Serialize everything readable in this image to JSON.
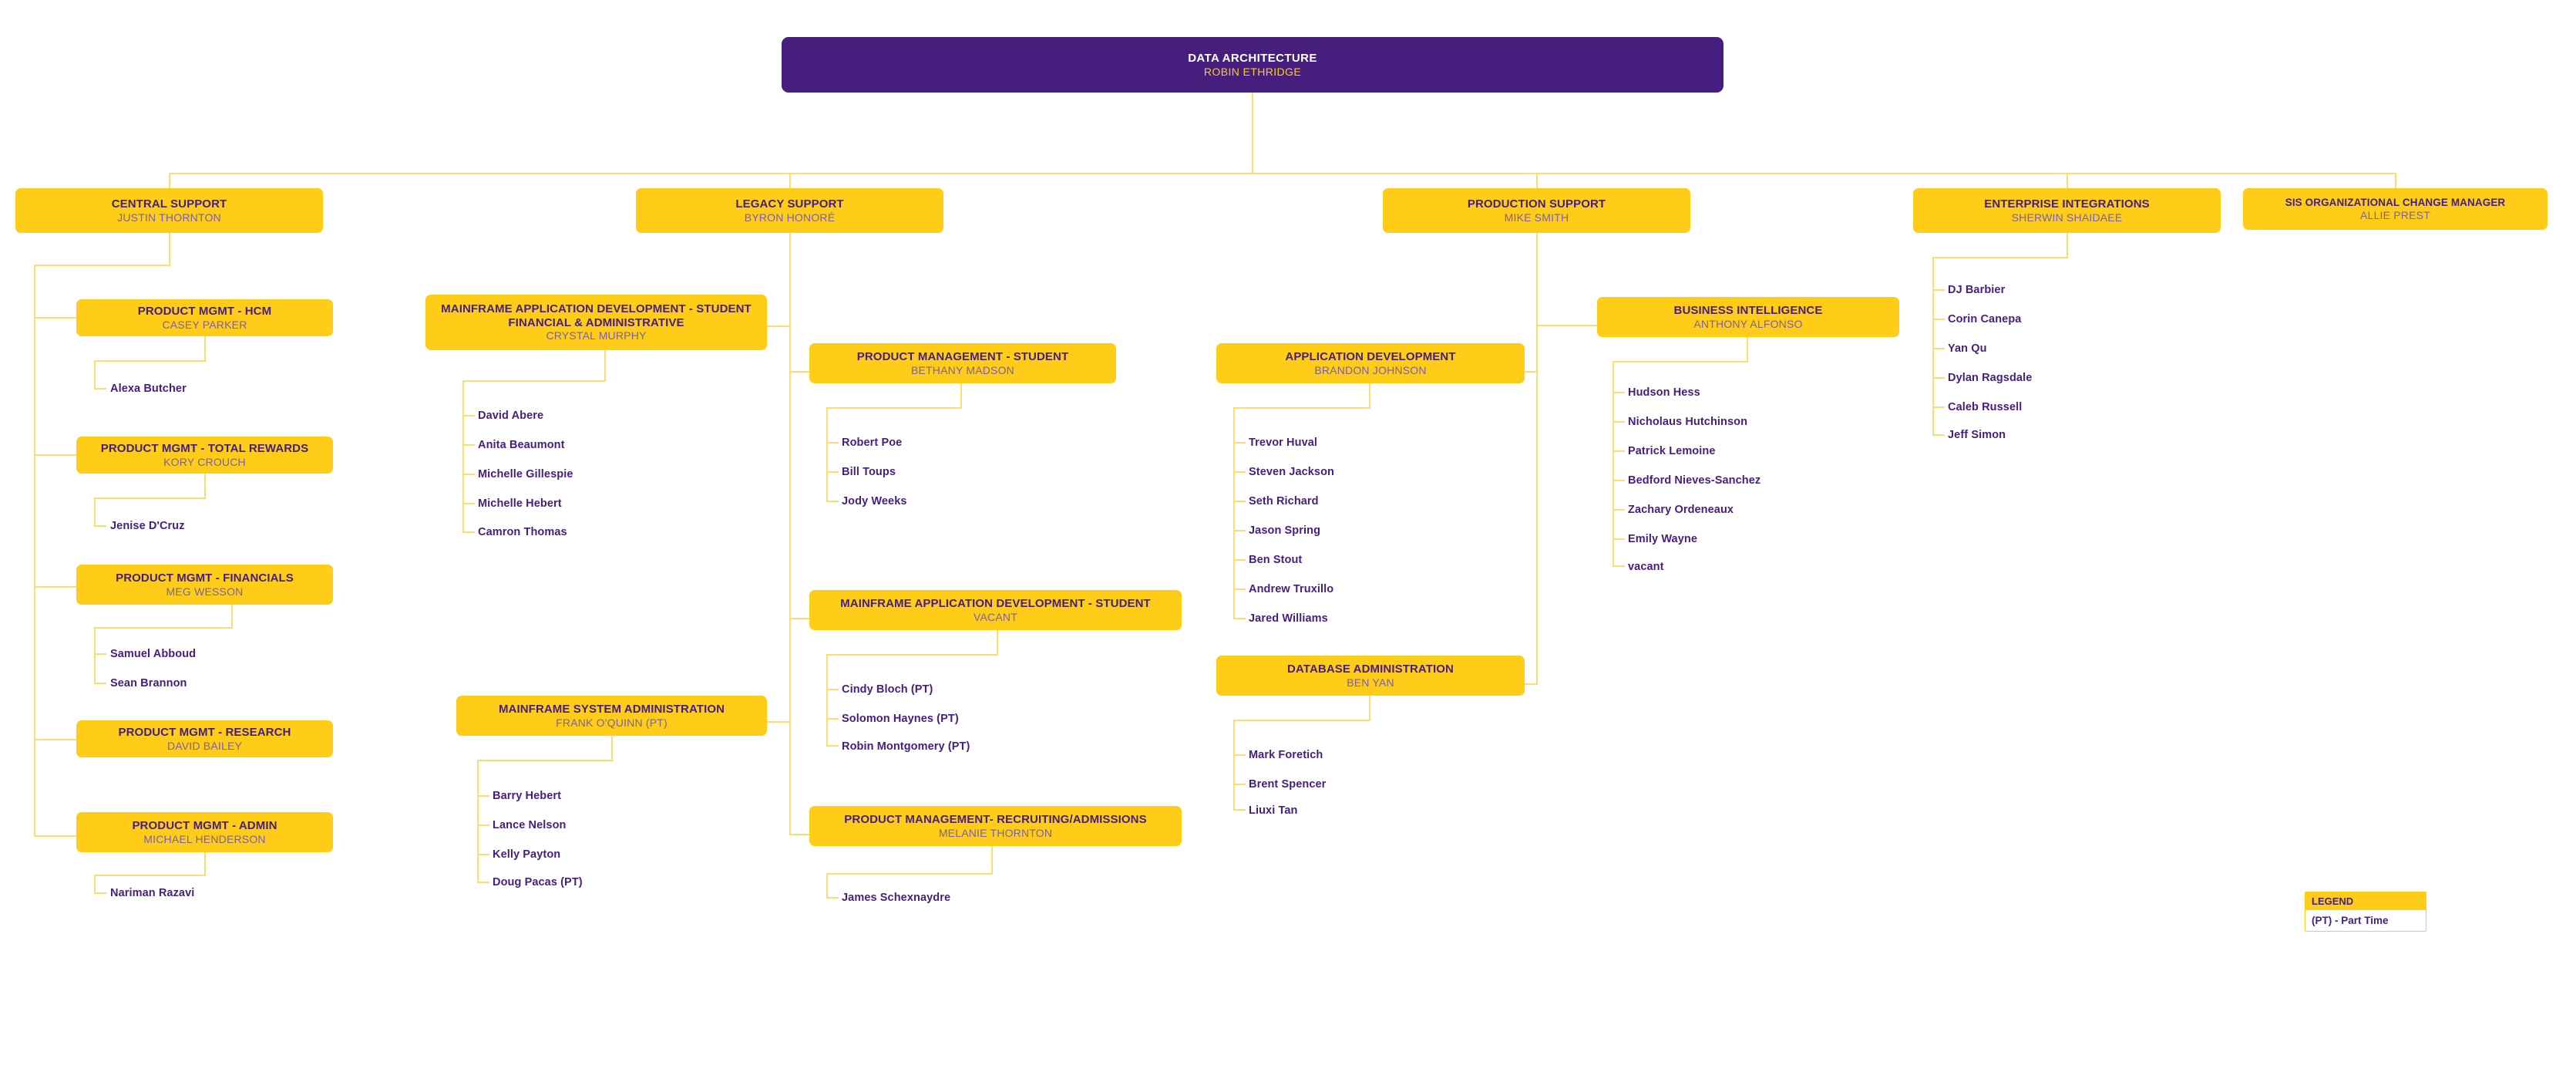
{
  "chart_meta": {
    "type": "org-chart",
    "background": "#ffffff",
    "accent_yellow": "#ffcd17",
    "connector_yellow": "#fbdd72",
    "accent_purple": "#461e7d",
    "person_purple": "#7b5fa8"
  },
  "root": {
    "title": "DATA ARCHITECTURE",
    "person": "ROBIN ETHRIDGE"
  },
  "divisions": [
    {
      "key": "central-support",
      "title": "CENTRAL SUPPORT",
      "person": "JUSTIN THORNTON",
      "teams": [
        {
          "key": "product-mgmt-hcm",
          "title": "PRODUCT MGMT - HCM",
          "person": "CASEY PARKER",
          "members": [
            "Alexa Butcher"
          ]
        },
        {
          "key": "product-mgmt-total-rewards",
          "title": "PRODUCT MGMT - TOTAL REWARDS",
          "person": "KORY CROUCH",
          "members": [
            "Jenise D'Cruz"
          ]
        },
        {
          "key": "product-mgmt-financials",
          "title": "PRODUCT MGMT - FINANCIALS",
          "person": "MEG WESSON",
          "members": [
            "Samuel Abboud",
            "Sean Brannon"
          ]
        },
        {
          "key": "product-mgmt-research",
          "title": "PRODUCT MGMT - RESEARCH",
          "person": "DAVID BAILEY",
          "members": []
        },
        {
          "key": "product-mgmt-admin",
          "title": "PRODUCT MGMT - ADMIN",
          "person": "MICHAEL HENDERSON",
          "members": [
            "Nariman Razavi"
          ]
        }
      ]
    },
    {
      "key": "legacy-support",
      "title": "LEGACY SUPPORT",
      "person": "BYRON HONORÉ",
      "teams": [
        {
          "key": "mainframe-app-dev-student-financial-admin",
          "title": "MAINFRAME APPLICATION  DEVELOPMENT - STUDENT FINANCIAL & ADMINISTRATIVE",
          "person": "CRYSTAL MURPHY",
          "members": [
            "David Abere",
            "Anita Beaumont",
            "Michelle Gillespie",
            "Michelle Hebert",
            "Camron Thomas"
          ]
        },
        {
          "key": "mainframe-system-administration",
          "title": "MAINFRAME SYSTEM ADMINISTRATION",
          "person": "FRANK O'QUINN (PT)",
          "members": [
            "Barry Hebert",
            "Lance Nelson",
            "Kelly Payton",
            "Doug Pacas (PT)"
          ]
        },
        {
          "key": "product-management-student",
          "title": "PRODUCT MANAGEMENT - STUDENT",
          "person": "BETHANY MADSON",
          "members": [
            "Robert Poe",
            "Bill Toups",
            "Jody Weeks"
          ]
        },
        {
          "key": "mainframe-app-dev-student",
          "title": "MAINFRAME APPLICATION DEVELOPMENT - STUDENT",
          "person": "VACANT",
          "members": [
            "Cindy Bloch (PT)",
            "Solomon Haynes (PT)",
            "Robin Montgomery (PT)"
          ]
        },
        {
          "key": "product-management-recruiting-admissions",
          "title": "PRODUCT MANAGEMENT- RECRUITING/ADMISSIONS",
          "person": "MELANIE THORNTON",
          "members": [
            "James Schexnaydre"
          ]
        }
      ]
    },
    {
      "key": "production-support",
      "title": "PRODUCTION SUPPORT",
      "person": "MIKE SMITH",
      "teams": [
        {
          "key": "application-development",
          "title": "APPLICATION DEVELOPMENT",
          "person": "BRANDON JOHNSON",
          "members": [
            "Trevor Huval",
            "Steven Jackson",
            "Seth Richard",
            "Jason Spring",
            "Ben Stout",
            "Andrew Truxillo",
            "Jared Williams"
          ]
        },
        {
          "key": "database-administration",
          "title": "DATABASE ADMINISTRATION",
          "person": "BEN YAN",
          "members": [
            "Mark Foretich",
            "Brent Spencer",
            "Liuxi Tan"
          ]
        },
        {
          "key": "business-intelligence",
          "title": "BUSINESS INTELLIGENCE",
          "person": "ANTHONY ALFONSO",
          "members": [
            "Hudson Hess",
            "Nicholaus Hutchinson",
            "Patrick Lemoine",
            "Bedford Nieves-Sanchez",
            "Zachary Ordeneaux",
            "Emily Wayne",
            "vacant"
          ]
        }
      ]
    },
    {
      "key": "enterprise-integrations",
      "title": "ENTERPRISE INTEGRATIONS",
      "person": "SHERWIN SHAIDAEE",
      "teams": [],
      "members": [
        "DJ Barbier",
        "Corin Canepa",
        "Yan Qu",
        "Dylan Ragsdale",
        "Caleb Russell",
        "Jeff Simon"
      ]
    },
    {
      "key": "sis-organizational-change-manager",
      "title": "SIS ORGANIZATIONAL CHANGE MANAGER",
      "person": "ALLIE PREST",
      "teams": [],
      "members": []
    }
  ],
  "legend": {
    "header": "LEGEND",
    "entry": "(PT) - Part Time"
  }
}
